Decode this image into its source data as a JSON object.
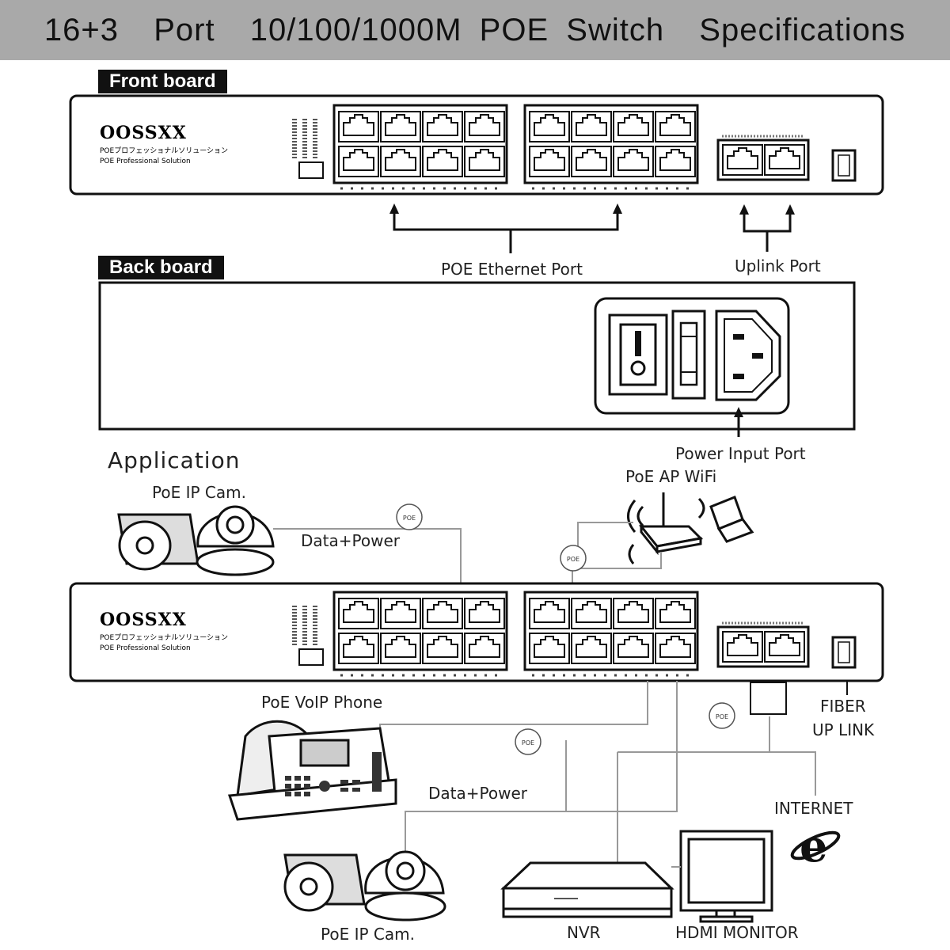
{
  "title": "16+3  Port  10/100/1000M POE Switch  Specifications",
  "sections": {
    "front": "Front board",
    "back": "Back board",
    "application": "Application"
  },
  "switch": {
    "brand": "OOSSXX",
    "subtitle_jp": "POEプロフェッショナルソリューション",
    "subtitle_en": "POE Professional Solution"
  },
  "labels": {
    "poe_ethernet_port": "POE Ethernet Port",
    "uplink_port": "Uplink Port",
    "power_input_port": "Power Input Port",
    "poe_ap_wifi": "PoE AP WiFi",
    "poe_ip_cam_top": "PoE IP Cam.",
    "data_power_top": "Data+Power",
    "poe_voip_phone": "PoE VoIP Phone",
    "data_power_bottom": "Data+Power",
    "fiber_up_link_1": "FIBER",
    "fiber_up_link_2": "UP LINK",
    "internet": "INTERNET",
    "poe_ip_cam_bottom": "PoE IP Cam.",
    "nvr": "NVR",
    "hdmi_monitor": "HDMI MONITOR"
  },
  "poe_badge": "POE",
  "icons": [
    "ip-camera-icon",
    "wifi-router-icon",
    "laptop-icon",
    "voip-phone-icon",
    "nvr-icon",
    "monitor-icon",
    "internet-explorer-icon"
  ]
}
